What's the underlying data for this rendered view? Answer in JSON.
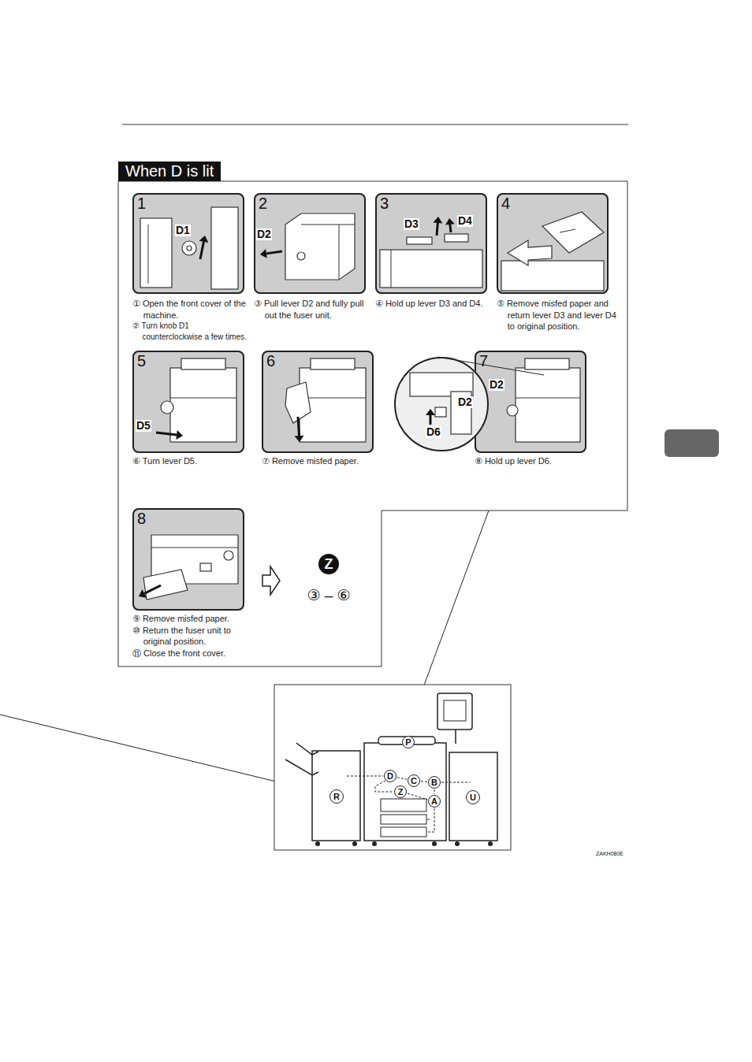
{
  "diagram": {
    "title": "When D is lit",
    "nodes": [
      {
        "text": [
          "1",
          "D1"
        ]
      },
      {
        "text": [
          "2",
          "D2"
        ]
      },
      {
        "text": [
          "3",
          "D3",
          "D4"
        ]
      },
      {
        "text": [
          "4"
        ]
      },
      {
        "text": [
          "5",
          "D5"
        ]
      },
      {
        "text": [
          "6"
        ]
      },
      {
        "text": [
          "D2",
          "D6"
        ]
      },
      {
        "text": [
          "7",
          "D2"
        ]
      },
      {
        "text": [
          "8"
        ]
      },
      {
        "text": [
          "Z"
        ]
      },
      {
        "text": [
          "P"
        ]
      },
      {
        "text": [
          "D"
        ]
      },
      {
        "text": [
          "C"
        ]
      },
      {
        "text": [
          "B"
        ]
      },
      {
        "text": [
          "Z"
        ]
      },
      {
        "text": [
          "A"
        ]
      },
      {
        "text": [
          "R"
        ]
      },
      {
        "text": [
          "U"
        ]
      }
    ],
    "edges": [
      {
        "from": 8,
        "to": 9,
        "arrow": "to"
      },
      {
        "from": 11,
        "to": 12,
        "arrow": "none"
      },
      {
        "from": 12,
        "to": 13,
        "arrow": "none"
      }
    ],
    "labels": [
      "① Open the front cover of the machine.",
      "② Turn knob D1 counterclockwise a few times.",
      "③ Pull lever D2 and fully pull out the fuser unit.",
      "④ Hold up lever D3 and D4.",
      "⑤ Remove misfed paper and return lever D3 and lever D4 to original position.",
      "⑥ Turn lever D5.",
      "⑦ Remove misfed paper.",
      "⑧ Hold up lever D6.",
      "⑨ Remove misfed paper.",
      "⑩ Return the fuser unit to original position.",
      "⑪ Close the front cover.",
      "③ – ⑥",
      "ZAKH080E"
    ]
  }
}
